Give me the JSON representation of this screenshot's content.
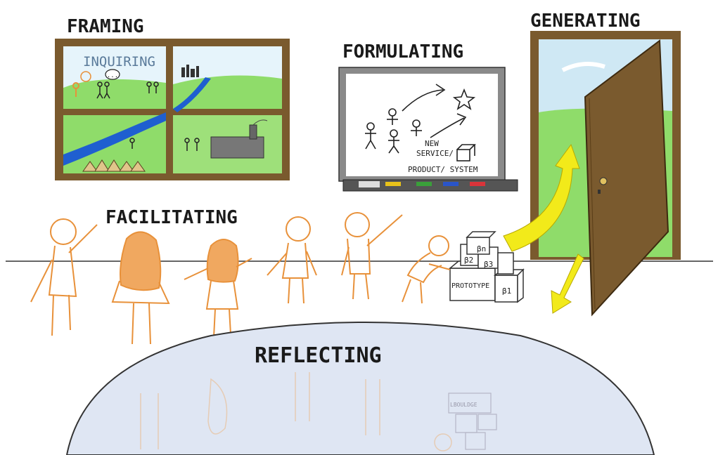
{
  "labels": {
    "framing": "FRAMING",
    "inquiring": "INQUIRING",
    "formulating": "FORMULATING",
    "generating": "GENERATING",
    "facilitating": "FACILITATING",
    "reflecting": "REFLECTING"
  },
  "whiteboard": {
    "line1": "NEW",
    "line2": "SERVICE/",
    "line3": "PRODUCT/ SYSTEM"
  },
  "boxes": {
    "beta_n": "βn",
    "beta_2": "β2",
    "beta_3": "β3",
    "beta_1": "β1",
    "prototype": "PROTOTYPE"
  },
  "reflection_box_label": "LBOULDGE",
  "speech_bubble": "...",
  "colors": {
    "wood": "#7a5a2e",
    "grass": "#8fdc6a",
    "river": "#1f5fd0",
    "sky": "#cfe8f4",
    "orange": "#e8913a",
    "yellow": "#f2ea1a",
    "pool": "#dfe6f3"
  }
}
